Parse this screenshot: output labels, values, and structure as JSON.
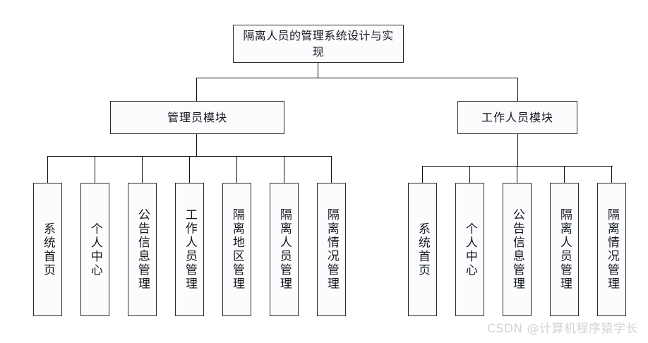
{
  "diagram": {
    "title": "隔离人员的管理系统设计与实现",
    "root": {
      "label": "隔离人员的管理系统设计与实现"
    },
    "modules": [
      {
        "id": "admin-module",
        "label": "管理员模块",
        "leaves": [
          {
            "id": "admin-home",
            "label": "系统首页"
          },
          {
            "id": "admin-personal-center",
            "label": "个人中心"
          },
          {
            "id": "admin-notice-mgmt",
            "label": "公告信息管理"
          },
          {
            "id": "admin-staff-mgmt",
            "label": "工作人员管理"
          },
          {
            "id": "admin-area-mgmt",
            "label": "隔离地区管理"
          },
          {
            "id": "admin-person-mgmt",
            "label": "隔离人员管理"
          },
          {
            "id": "admin-status-mgmt",
            "label": "隔离情况管理"
          }
        ]
      },
      {
        "id": "staff-module",
        "label": "工作人员模块",
        "leaves": [
          {
            "id": "staff-home",
            "label": "系统首页"
          },
          {
            "id": "staff-personal-center",
            "label": "个人中心"
          },
          {
            "id": "staff-notice-mgmt",
            "label": "公告信息管理"
          },
          {
            "id": "staff-person-mgmt",
            "label": "隔离人员管理"
          },
          {
            "id": "staff-status-mgmt",
            "label": "隔离情况管理"
          }
        ]
      }
    ]
  },
  "watermark": {
    "text": "CSDN @计算机程序猿学长"
  },
  "colors": {
    "box_border": "#2b2b2b",
    "box_fill": "#fbfcfe",
    "connector": "#101010",
    "text": "#15181d",
    "watermark": "#d2d4d8",
    "background": "#ffffff"
  }
}
